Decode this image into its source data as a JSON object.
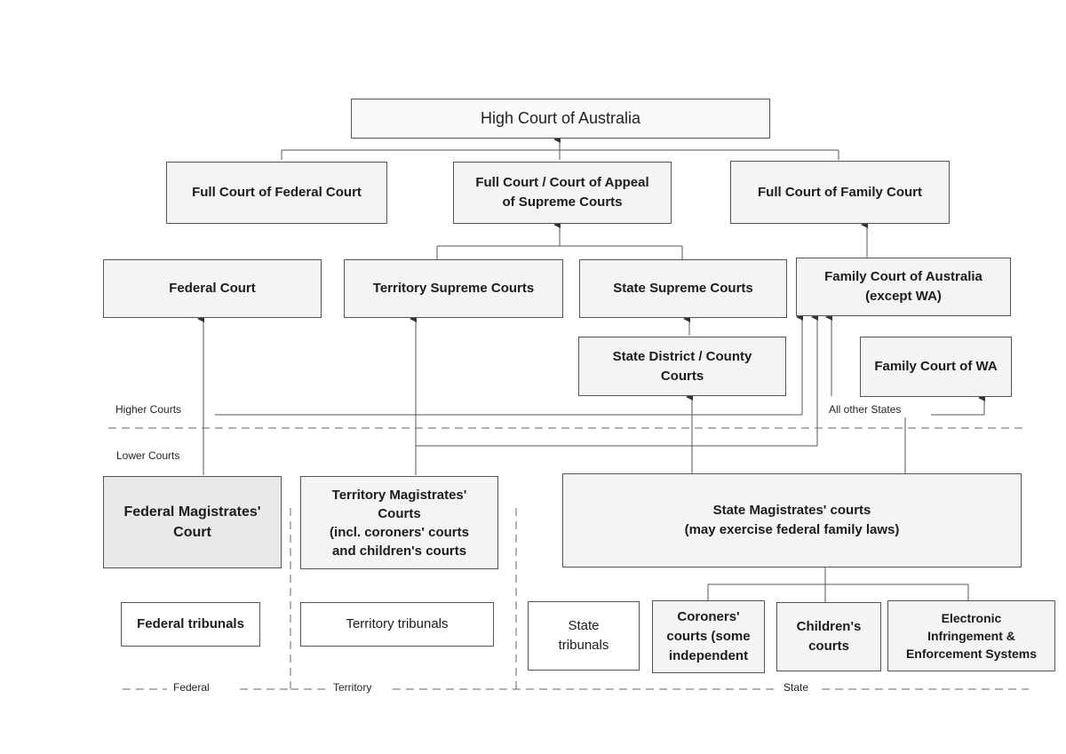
{
  "boxes": {
    "high_court": "High Court of Australia",
    "full_federal": "Full Court of Federal Court",
    "full_supreme": "Full Court / Court of Appeal\nof Supreme Courts",
    "full_family": "Full Court of Family Court",
    "federal_court": "Federal Court",
    "territory_supreme": "Territory Supreme Courts",
    "state_supreme": "State Supreme Courts",
    "family_court": "Family Court of Australia\n(except WA)",
    "state_district": "State District / County\nCourts",
    "family_wa": "Family Court of WA",
    "federal_magistrates": "Federal Magistrates'\nCourt",
    "territory_magistrates": "Territory Magistrates'\nCourts\n(incl. coroners' courts\nand children's courts",
    "state_magistrates": "State Magistrates' courts\n(may exercise federal family laws)",
    "federal_tribunals": "Federal tribunals",
    "territory_tribunals": "Territory tribunals",
    "state_tribunals": "State\ntribunals",
    "coroners_courts": "Coroners'\ncourts (some\nindependent",
    "childrens_courts": "Children's\ncourts",
    "electronic": "Electronic\nInfringement &\nEnforcement Systems"
  },
  "labels": {
    "higher_courts": "Higher Courts",
    "lower_courts": "Lower Courts",
    "all_other_states": "All other States",
    "federal": "Federal",
    "territory": "Territory",
    "state": "State"
  }
}
